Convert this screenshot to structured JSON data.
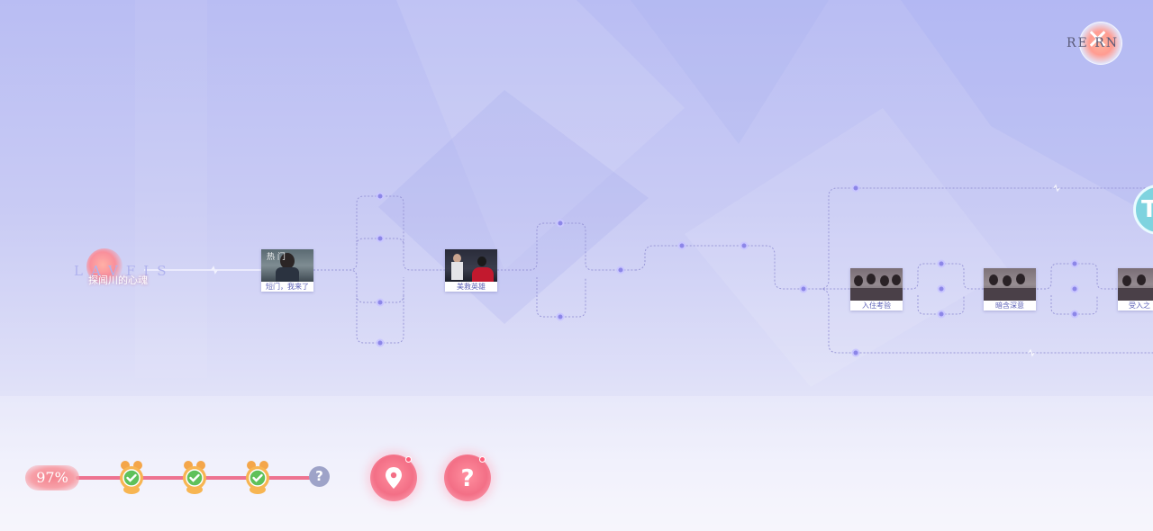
{
  "start": {
    "title": "LAVFIS",
    "caption": "探闻川的心魂"
  },
  "nodes": [
    {
      "id": "n1",
      "caption": "短门，我来了",
      "pic_text": "热 门"
    },
    {
      "id": "n2",
      "caption": "美救英雄"
    },
    {
      "id": "n3",
      "caption": "入住考验"
    },
    {
      "id": "n4",
      "caption": "暗含深意"
    },
    {
      "id": "n5",
      "caption": "受入之"
    }
  ],
  "return_button": {
    "label": "RE  RN",
    "icon": "close-x-icon"
  },
  "side_tab": {
    "label": "Ti",
    "color": "#7fd3df"
  },
  "progress": {
    "value": "97%",
    "fraction": 0.97,
    "milestones_completed": 3,
    "milestones_total": 4,
    "unknown_symbol": "?"
  },
  "buttons": {
    "location": "location-pin-icon",
    "hint": "question-icon"
  },
  "colors": {
    "track": "#ee7390",
    "node_dot": "#8c86e8",
    "path": "#9a98d8",
    "accent": "#f36f86"
  }
}
